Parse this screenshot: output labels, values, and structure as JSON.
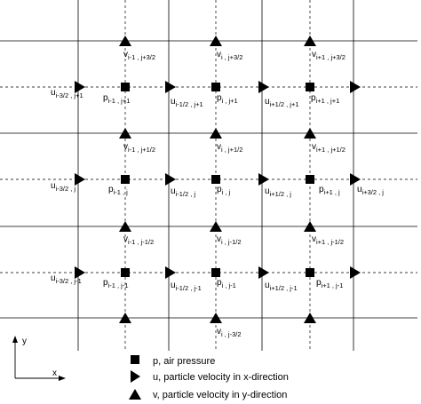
{
  "axes": {
    "y_label": "y",
    "x_label": "x"
  },
  "grid_labels": {
    "p": [
      {
        "base": "p",
        "sub": "i-1 , j+1"
      },
      {
        "base": "p",
        "sub": "i , j+1"
      },
      {
        "base": "p",
        "sub": "i+1 , j+1"
      },
      {
        "base": "p",
        "sub": "i-1 , j"
      },
      {
        "base": "p",
        "sub": "i , j"
      },
      {
        "base": "p",
        "sub": "i+1 , j"
      },
      {
        "base": "p",
        "sub": "i-1 , j-1"
      },
      {
        "base": "p",
        "sub": "i , j-1"
      },
      {
        "base": "p",
        "sub": "i+1 , j-1"
      }
    ],
    "u": [
      {
        "base": "u",
        "sub": "i-3/2 , j+1"
      },
      {
        "base": "u",
        "sub": "i-1/2 , j+1"
      },
      {
        "base": "u",
        "sub": "i+1/2 , j+1"
      },
      {
        "base": "u",
        "sub": "i-3/2 , j"
      },
      {
        "base": "u",
        "sub": "i-1/2 , j"
      },
      {
        "base": "u",
        "sub": "i+1/2 , j"
      },
      {
        "base": "u",
        "sub": "i+3/2 , j"
      },
      {
        "base": "u",
        "sub": "i-3/2 , j-1"
      },
      {
        "base": "u",
        "sub": "i-1/2 , j-1"
      },
      {
        "base": "u",
        "sub": "i+1/2 , j-1"
      }
    ],
    "v": [
      {
        "base": "v",
        "sub": "i-1 , j+3/2"
      },
      {
        "base": "v",
        "sub": "i , j+3/2"
      },
      {
        "base": "v",
        "sub": "i+1 , j+3/2"
      },
      {
        "base": "v",
        "sub": "i-1 , j+1/2"
      },
      {
        "base": "v",
        "sub": "i , j+1/2"
      },
      {
        "base": "v",
        "sub": "i+1 , j+1/2"
      },
      {
        "base": "v",
        "sub": "i-1 , j-1/2"
      },
      {
        "base": "v",
        "sub": "i , j-1/2"
      },
      {
        "base": "v",
        "sub": "i+1 , j-1/2"
      },
      {
        "base": "v",
        "sub": "i , j-3/2"
      }
    ]
  },
  "legend": [
    {
      "symbol": "square-icon",
      "text": "p, air pressure"
    },
    {
      "symbol": "triangle-right-icon",
      "text": "u, particle velocity in x-direction"
    },
    {
      "symbol": "triangle-up-icon",
      "text": "v, particle velocity in y-direction"
    }
  ]
}
